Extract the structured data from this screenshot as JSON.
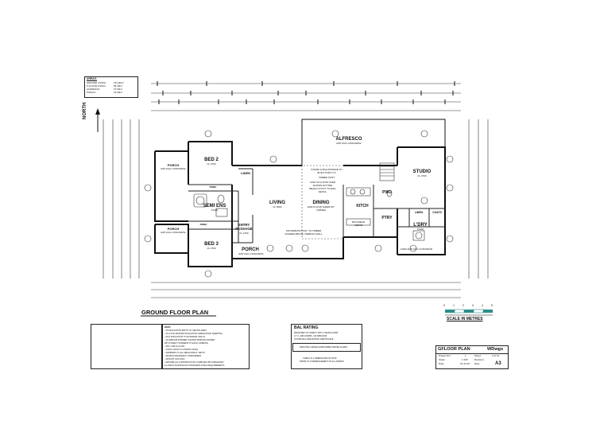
{
  "areas": {
    "heading": "AREAS:",
    "rows": [
      {
        "label": "GROUND LIVING:",
        "value": "191.00m²"
      },
      {
        "label": "F FLOOR LIVING:",
        "value": "56.30m²"
      },
      {
        "label": "ALFRESCO:",
        "value": "27.00m²"
      },
      {
        "label": "PORCH:",
        "value": "14.30m²"
      }
    ]
  },
  "north_label": "NORTH",
  "rooms": {
    "bed2": {
      "name": "BED 2",
      "sub": "CL 2700"
    },
    "bed3": {
      "name": "BED 3",
      "sub": "CL 2700"
    },
    "porch_tl": {
      "name": "PORCH",
      "sub": "EXP AGG CONCRETE"
    },
    "porch_bl": {
      "name": "PORCH",
      "sub": "EXP AGG CONCRETE"
    },
    "robe1": {
      "name": "ROBE"
    },
    "robe2": {
      "name": "ROBE"
    },
    "semiens": {
      "name": "SEMI ENS",
      "sub": "TILED"
    },
    "linen": {
      "name": "LINEN"
    },
    "entry": {
      "name": "ENTRY PASSAGE",
      "sub": "CL 2700"
    },
    "living": {
      "name": "LIVING",
      "sub": "CL 3000"
    },
    "dining": {
      "name": "DINING",
      "sub": "END FLOOR SHEDS BY OWNER"
    },
    "alfresco": {
      "name": "ALFRESCO",
      "sub": "EXP AGG CONCRETE"
    },
    "kitch": {
      "name": "KITCH"
    },
    "pwd": {
      "name": "PWD"
    },
    "ptry": {
      "name": "PTRY"
    },
    "studio": {
      "name": "STUDIO",
      "sub": "CL 2700"
    },
    "ldry": {
      "name": "L'DRY",
      "sub": "TILED"
    },
    "linen2": {
      "name": "LINEN"
    },
    "coats": {
      "name": "COATS"
    },
    "porch_front": {
      "name": "PORCH",
      "sub": "EXP AGG CONCRETE"
    },
    "porch_right": {
      "name": "1160w EXP AGG CONCRETE"
    }
  },
  "annotations": {
    "stair": "STAIRS & BALUSTRADE TO BUILD PORT 2.5",
    "timber_post": "TIMBER POST",
    "floor_over": "LINE OF FLOOR OVER SHOWN DOTTED",
    "beam": "BEAM LAYOUT TO ENG DETAIL",
    "mirror": "150 MIRROR POST / W TIMBER SCREEN ABOVE / REBOLD WALL",
    "bulkhead": "BULKHEAD ABOVE"
  },
  "title": "GROUND FLOOR PLAN",
  "notes": {
    "heading": "NOTE:",
    "lines": [
      "- R4 INSULATION BATTS TO CEILING AREA",
      "- R1.3 FOIL BACKED INSULATION UNDER ROOF SHEETING",
      "- R2.5 INSULATION TO EXTERNAL WALLS",
      "- ALUMINIUM POWDER COATED WINDOW FRAMES",
      "  WITH INSECT SCREENS TO EACH OPENING",
      "- ANY LOW E GLASS",
      "- CAULK ROOF TO ZONING LEVEL",
      "- DAMPERS TO ALL MECHANICAL VENTS",
      "- WATER AND ENERGY ASSESSMENT",
      "- INSTANT GAS HWU",
      "- ENSURE ALL CONSTRUCTION COMPLIES WITH RELEVANT",
      "  & LATEST AUSTRALIAN STANDARDS & BCA REQUIREMENTS"
    ]
  },
  "bal": {
    "heading": "BAL RATING",
    "lines": [
      "DESIGNED TO COMPLY WITH THE BCA PART",
      "3.7.4. AND AS3959 - NZ 3959:2018",
      "AS PER BAL FIRE RATING CERTIFICATE"
    ],
    "smoke": "DENOTES LINKED HARD WIRED SMOKE ALARM",
    "check1": "CHECK ALL DIMENSIONS ON SITE",
    "check2": "PRIOR TO COMMENCEMENT OF ALL WORKS"
  },
  "scale": {
    "ticks": [
      "0",
      "1",
      "2",
      "3",
      "4",
      "5"
    ],
    "label": "SCALE IN METRES"
  },
  "titleblock": {
    "drawing": "GFLOOR PLAN",
    "firm": "WDwgs",
    "project_label": "Project No°:",
    "project_value": "1",
    "sheet_label": "Sheet:",
    "sheet_value": "2 of 12",
    "scale_label": "Scale:",
    "scale_value": "1:100",
    "revision_label": "Revision:",
    "revision_value": "",
    "date_label": "Date:",
    "date_value": "16-10-15",
    "dwg_label": "Dwg:",
    "dwg_value": "A3"
  },
  "colors": {
    "ink": "#222222",
    "teal": "#2a8f8a"
  }
}
